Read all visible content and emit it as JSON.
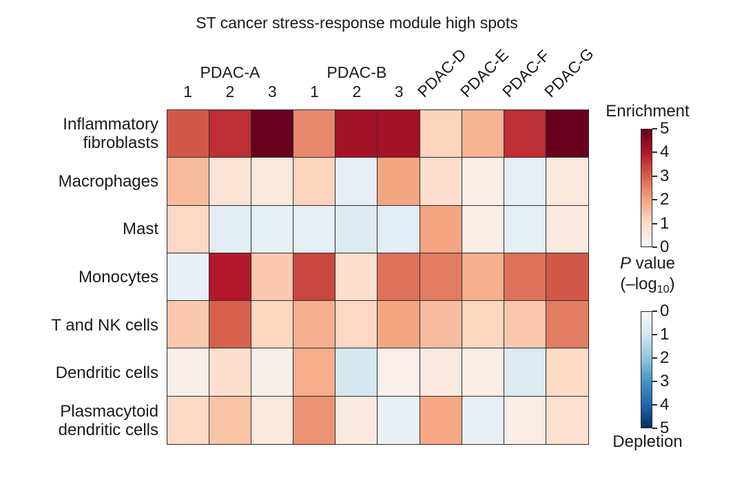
{
  "chart_data": {
    "type": "heatmap",
    "title": "ST cancer stress-response module high spots",
    "column_groups": [
      {
        "label": "PDAC-A",
        "span": 3
      },
      {
        "label": "PDAC-B",
        "span": 3
      }
    ],
    "replicate_labels": [
      "1",
      "2",
      "3",
      "1",
      "2",
      "3"
    ],
    "rotated_columns": [
      "PDAC-D",
      "PDAC-E",
      "PDAC-F",
      "PDAC-G"
    ],
    "rows": [
      "Inflammatory\nfibroblasts",
      "Macrophages",
      "Mast",
      "Monocytes",
      "T and NK cells",
      "Dendritic cells",
      "Plasmacytoid\ndendritic cells"
    ],
    "value_meaning": "signed -log10 P value; positive = enrichment (red), negative = depletion (blue)",
    "value_range": [
      -5,
      5
    ],
    "values": [
      [
        3.1,
        3.7,
        5.0,
        2.4,
        4.2,
        4.2,
        1.15,
        1.75,
        3.7,
        5.0
      ],
      [
        1.6,
        0.7,
        0.55,
        1.15,
        -0.45,
        2.0,
        0.85,
        0.3,
        -0.42,
        0.55
      ],
      [
        1.05,
        -0.55,
        -0.45,
        -0.45,
        -0.7,
        -0.55,
        2.0,
        0.35,
        -0.45,
        0.45
      ],
      [
        -0.35,
        4.0,
        1.35,
        3.35,
        0.85,
        2.75,
        2.6,
        1.8,
        2.75,
        3.1
      ],
      [
        1.35,
        3.0,
        1.1,
        1.8,
        1.05,
        2.0,
        1.55,
        1.1,
        1.35,
        2.6
      ],
      [
        0.3,
        0.85,
        0.3,
        1.85,
        -0.85,
        0.25,
        0.5,
        0.35,
        -0.7,
        1.0
      ],
      [
        1.0,
        1.45,
        0.55,
        2.25,
        0.5,
        -0.4,
        1.95,
        -0.42,
        0.35,
        0.8
      ]
    ],
    "colormap": {
      "name": "RdBu",
      "anchors": [
        {
          "v": -5,
          "c": "#053061"
        },
        {
          "v": -4,
          "c": "#2166AC"
        },
        {
          "v": -3,
          "c": "#4393C3"
        },
        {
          "v": -2,
          "c": "#92C5DE"
        },
        {
          "v": -1,
          "c": "#D1E5F0"
        },
        {
          "v": 0,
          "c": "#F7F7F7"
        },
        {
          "v": 1,
          "c": "#FDDBC7"
        },
        {
          "v": 2,
          "c": "#F4A582"
        },
        {
          "v": 3,
          "c": "#D6604D"
        },
        {
          "v": 4,
          "c": "#B2182B"
        },
        {
          "v": 5,
          "c": "#67001F"
        }
      ]
    },
    "grid_line_color": "#2b2b2b"
  },
  "legend": {
    "enrichment_label": "Enrichment",
    "enrichment_ticks": [
      "5",
      "4",
      "3",
      "2",
      "1",
      "0"
    ],
    "p_value_italic": "P",
    "p_value_rest": " value",
    "p_log_pre": "(–log",
    "p_log_sub": "10",
    "p_log_post": ")",
    "depletion_label": "Depletion",
    "depletion_ticks": [
      "0",
      "1",
      "2",
      "3",
      "4",
      "5"
    ]
  }
}
